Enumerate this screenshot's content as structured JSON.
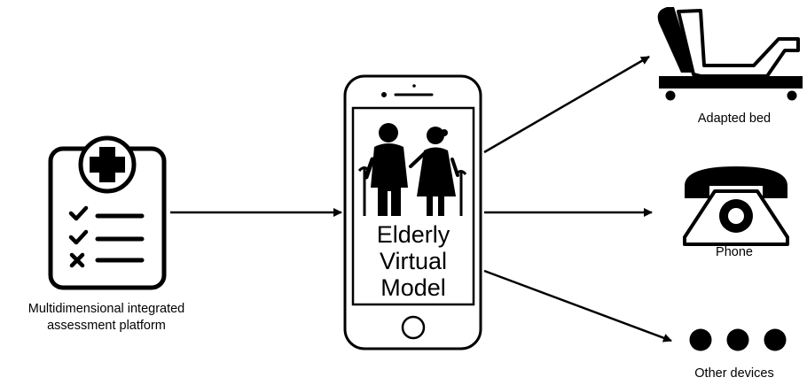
{
  "assessment_platform": {
    "label_line1": "Multidimensional integrated",
    "label_line2": "assessment platform",
    "icon": "clipboard-medical-checklist-icon"
  },
  "center_device": {
    "icon": "smartphone-icon",
    "people_icon": "elderly-couple-icon",
    "title_line1": "Elderly",
    "title_line2": "Virtual",
    "title_line3": "Model"
  },
  "outputs": [
    {
      "label": "Adapted bed",
      "icon": "adjustable-bed-icon"
    },
    {
      "label": "Phone",
      "icon": "telephone-icon"
    },
    {
      "label": "Other devices",
      "icon": "ellipsis-dots-icon"
    }
  ],
  "colors": {
    "stroke": "#000000",
    "background": "#ffffff"
  }
}
